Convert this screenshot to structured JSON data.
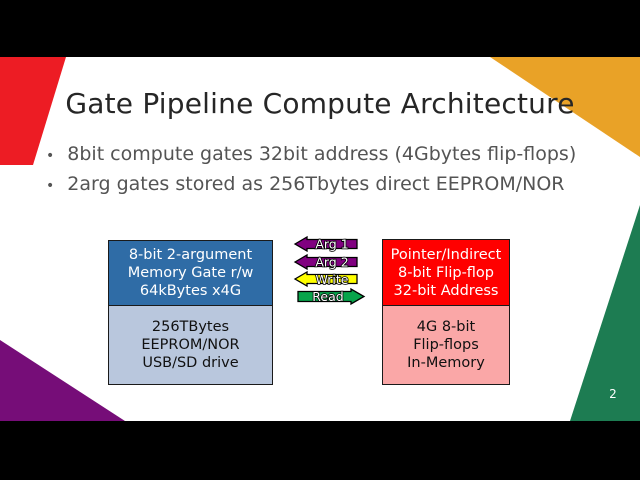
{
  "colors": {
    "corner_red": "#ed1c24",
    "corner_orange": "#e9a227",
    "corner_purple": "#760d78",
    "corner_green": "#1d7c52",
    "box_blue_dark": "#2f6ca6",
    "box_blue_light": "#b9c7dd",
    "box_red": "#ff0000",
    "box_pink": "#faa7a7"
  },
  "slide": {
    "title": "Gate Pipeline Compute Architecture",
    "page_number": "2",
    "bullet_char": "•",
    "bullets": [
      "8bit compute gates 32bit address (4Gbytes flip-flops)",
      "2arg gates stored as 256Tbytes direct EEPROM/NOR"
    ],
    "diagram": {
      "left_box": {
        "top_lines": [
          "8-bit 2-argument",
          "Memory Gate r/w",
          "64kBytes x4G"
        ],
        "bottom_lines": [
          "256TBytes",
          "EEPROM/NOR",
          "USB/SD drive"
        ]
      },
      "right_box": {
        "top_lines": [
          "Pointer/Indirect",
          "8-bit Flip-flop",
          "32-bit Address"
        ],
        "bottom_lines": [
          "4G 8-bit",
          "Flip-flops",
          "In-Memory"
        ]
      },
      "arrows": [
        {
          "label": "Arg 1",
          "direction": "left",
          "color": "#800080"
        },
        {
          "label": "Arg 2",
          "direction": "left",
          "color": "#800080"
        },
        {
          "label": "Write",
          "direction": "left",
          "color": "#ffff00"
        },
        {
          "label": "Read",
          "direction": "right",
          "color": "#08a44b"
        }
      ]
    }
  }
}
